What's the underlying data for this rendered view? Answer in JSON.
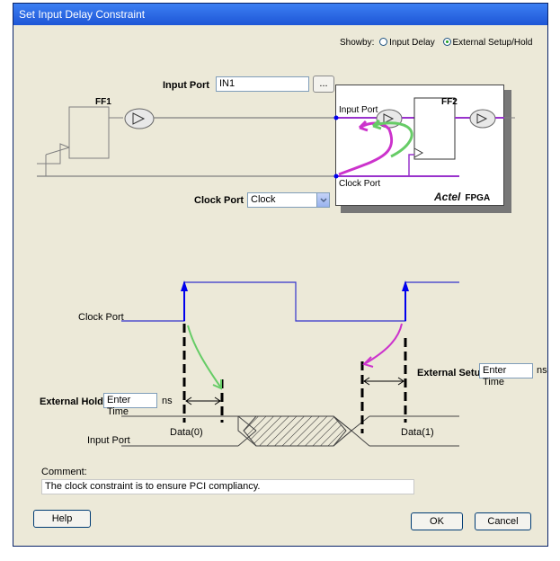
{
  "window": {
    "title": "Set Input Delay Constraint"
  },
  "showby": {
    "label": "Showby:",
    "options": [
      {
        "label": "Input Delay",
        "selected": false
      },
      {
        "label": "External Setup/Hold",
        "selected": true
      }
    ]
  },
  "input_port": {
    "label": "Input Port",
    "value": "IN1",
    "browse_label": "..."
  },
  "clock_port": {
    "label": "Clock Port",
    "value": "Clock"
  },
  "schematic": {
    "ff1_label": "FF1",
    "ff2_label": "FF2",
    "fpga_input_label": "Input Port",
    "fpga_clock_label": "Clock Port",
    "brand": "Actel",
    "brand_suffix": "FPGA"
  },
  "timing": {
    "clock_label": "Clock Port",
    "input_label": "Input Port",
    "data0_label": "Data(0)",
    "data1_label": "Data(1)"
  },
  "external_setup": {
    "label": "External Setup",
    "value": "Enter Time",
    "unit": "ns"
  },
  "external_hold": {
    "label": "External Hold",
    "value": "Enter Time",
    "unit": "ns"
  },
  "comment": {
    "label": "Comment:",
    "value": "The clock constraint is to ensure PCI compliancy."
  },
  "buttons": {
    "help": "Help",
    "ok": "OK",
    "cancel": "Cancel"
  },
  "colors": {
    "wire": "#808080",
    "green_arrow": "#66cc66",
    "magenta_arrow": "#cc33cc",
    "clock_blue": "#0000ee"
  }
}
